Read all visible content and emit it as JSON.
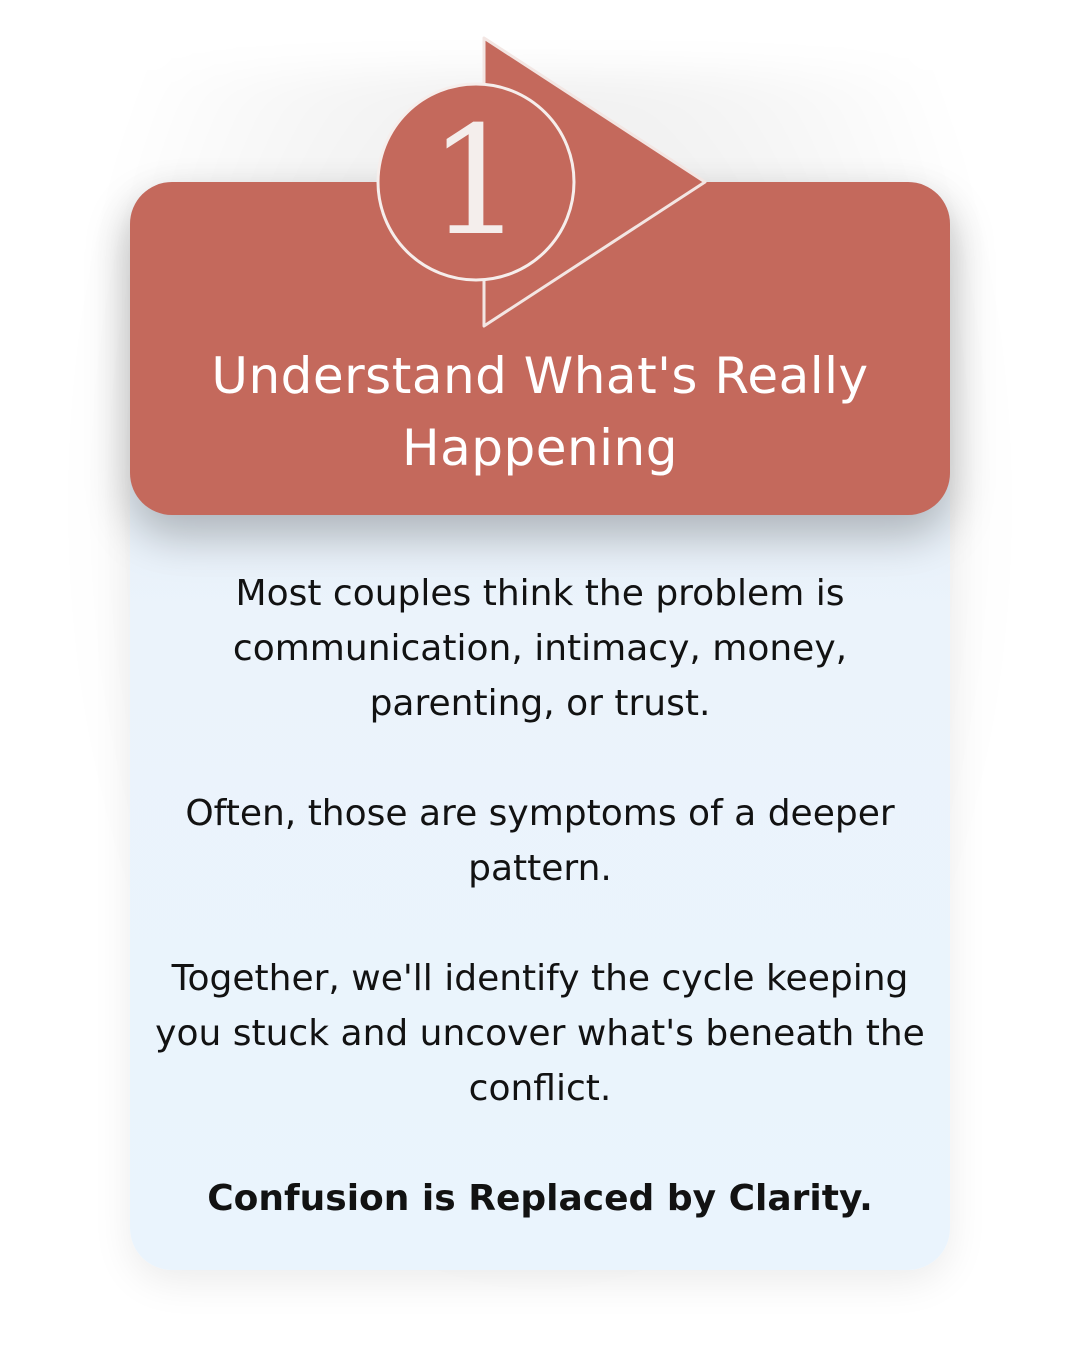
{
  "step": {
    "number": "1",
    "icon": "play-arrow-badge-icon"
  },
  "title": "Understand What's Really Happening",
  "paragraphs": [
    "Most couples think the problem is communication, intimacy, money, parenting, or trust.",
    "Often, those are symptoms of a deeper pattern.",
    "Together, we'll identify the cycle keeping you stuck and uncover what's beneath the conflict."
  ],
  "closing": "Confusion is Replaced by Clarity.",
  "colors": {
    "accent": "#c4695c",
    "card_background": "#eaf4fd",
    "header_text": "#ffffff",
    "body_text": "#121212"
  }
}
